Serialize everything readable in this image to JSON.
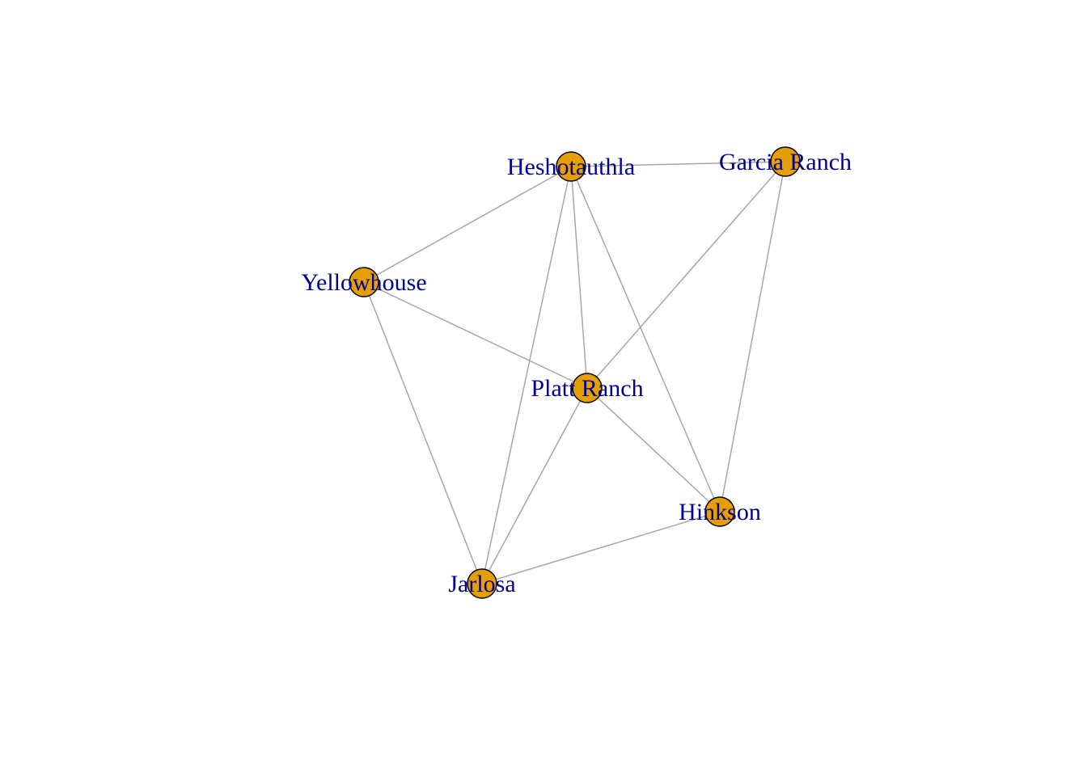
{
  "graph": {
    "node_color": "#e69f00",
    "node_border_color": "#000000",
    "edge_color": "#a6a6a6",
    "label_color": "#00008b",
    "nodes": [
      {
        "id": "heshotauthla",
        "label": "Heshotauthla"
      },
      {
        "id": "garcia",
        "label": "Garcia Ranch"
      },
      {
        "id": "yellowhouse",
        "label": "Yellowhouse"
      },
      {
        "id": "platt",
        "label": "Platt Ranch"
      },
      {
        "id": "hinkson",
        "label": "Hinkson"
      },
      {
        "id": "jarlosa",
        "label": "Jarlosa"
      }
    ],
    "edges": [
      {
        "source": "heshotauthla",
        "target": "garcia"
      },
      {
        "source": "heshotauthla",
        "target": "yellowhouse"
      },
      {
        "source": "heshotauthla",
        "target": "platt"
      },
      {
        "source": "heshotauthla",
        "target": "hinkson"
      },
      {
        "source": "heshotauthla",
        "target": "jarlosa"
      },
      {
        "source": "garcia",
        "target": "platt"
      },
      {
        "source": "garcia",
        "target": "hinkson"
      },
      {
        "source": "yellowhouse",
        "target": "platt"
      },
      {
        "source": "yellowhouse",
        "target": "jarlosa"
      },
      {
        "source": "platt",
        "target": "hinkson"
      },
      {
        "source": "platt",
        "target": "jarlosa"
      },
      {
        "source": "hinkson",
        "target": "jarlosa"
      }
    ]
  }
}
